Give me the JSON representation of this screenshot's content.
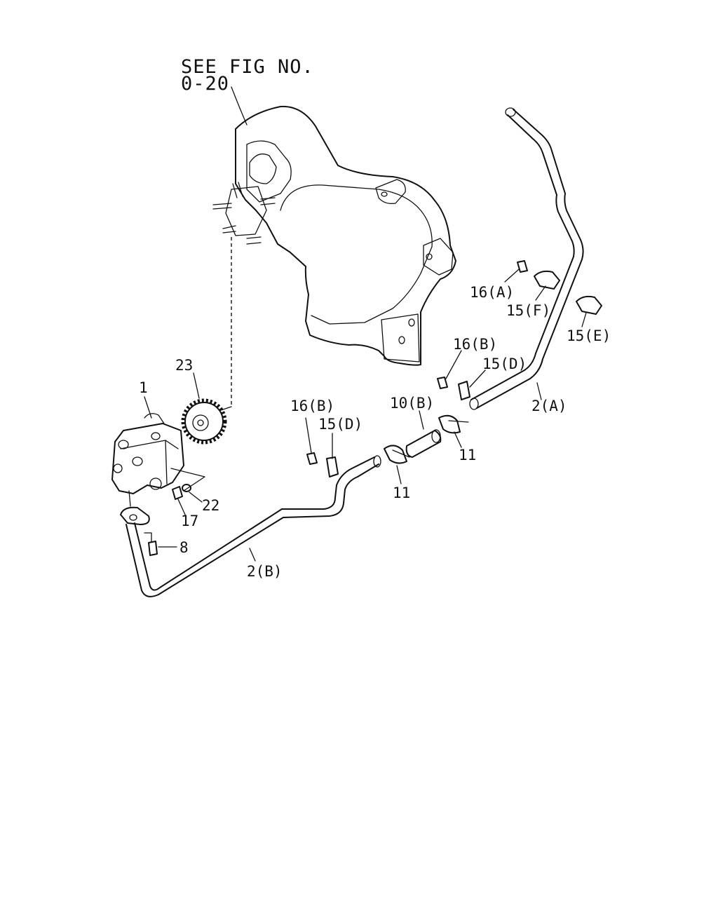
{
  "reference": {
    "line1": "SEE FIG NO.",
    "line2": "0-20"
  },
  "callouts": {
    "c1": "1",
    "c23": "23",
    "c22": "22",
    "c17": "17",
    "c8": "8",
    "c2b": "2(B)",
    "c16b_left": "16(B)",
    "c15d_left": "15(D)",
    "c10b": "10(B)",
    "c11_left": "11",
    "c11_right": "11",
    "c16b_right": "16(B)",
    "c15d_right": "15(D)",
    "c2a": "2(A)",
    "c16a": "16(A)",
    "c15f": "15(F)",
    "c15e": "15(E)"
  },
  "colors": {
    "line": "#111111",
    "background": "#ffffff"
  }
}
